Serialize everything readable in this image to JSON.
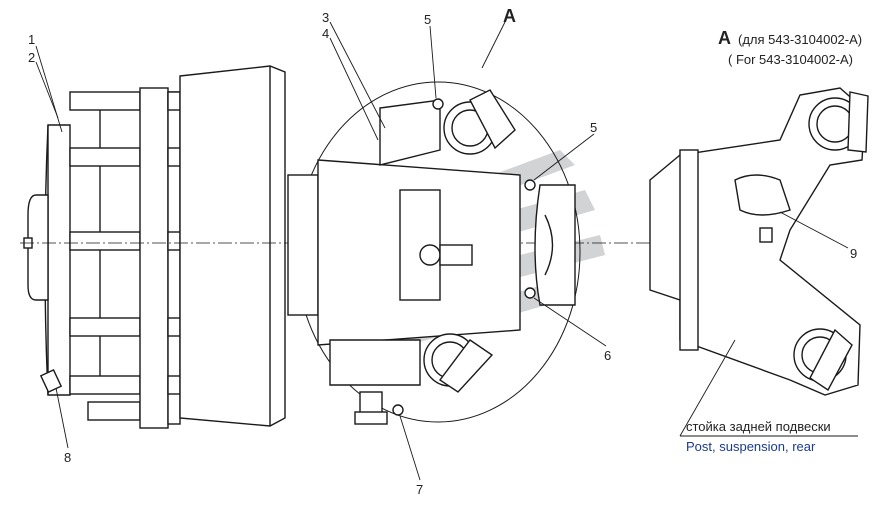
{
  "callouts": {
    "n1": "1",
    "n2": "2",
    "n3": "3",
    "n4": "4",
    "n5a": "5",
    "n5b": "5",
    "n6": "6",
    "n7": "7",
    "n8": "8",
    "n9": "9"
  },
  "view": {
    "letter": "A",
    "title_ru": "(для 543-3104002-А)",
    "title_en": "( For 543-3104002-А)"
  },
  "post_label": {
    "ru": "стойка задней подвески",
    "en": "Post, suspension, rear"
  },
  "colors": {
    "line": "#1a1a1a",
    "caption_en": "#1a3a8a",
    "watermark": "#9aa0a4"
  }
}
